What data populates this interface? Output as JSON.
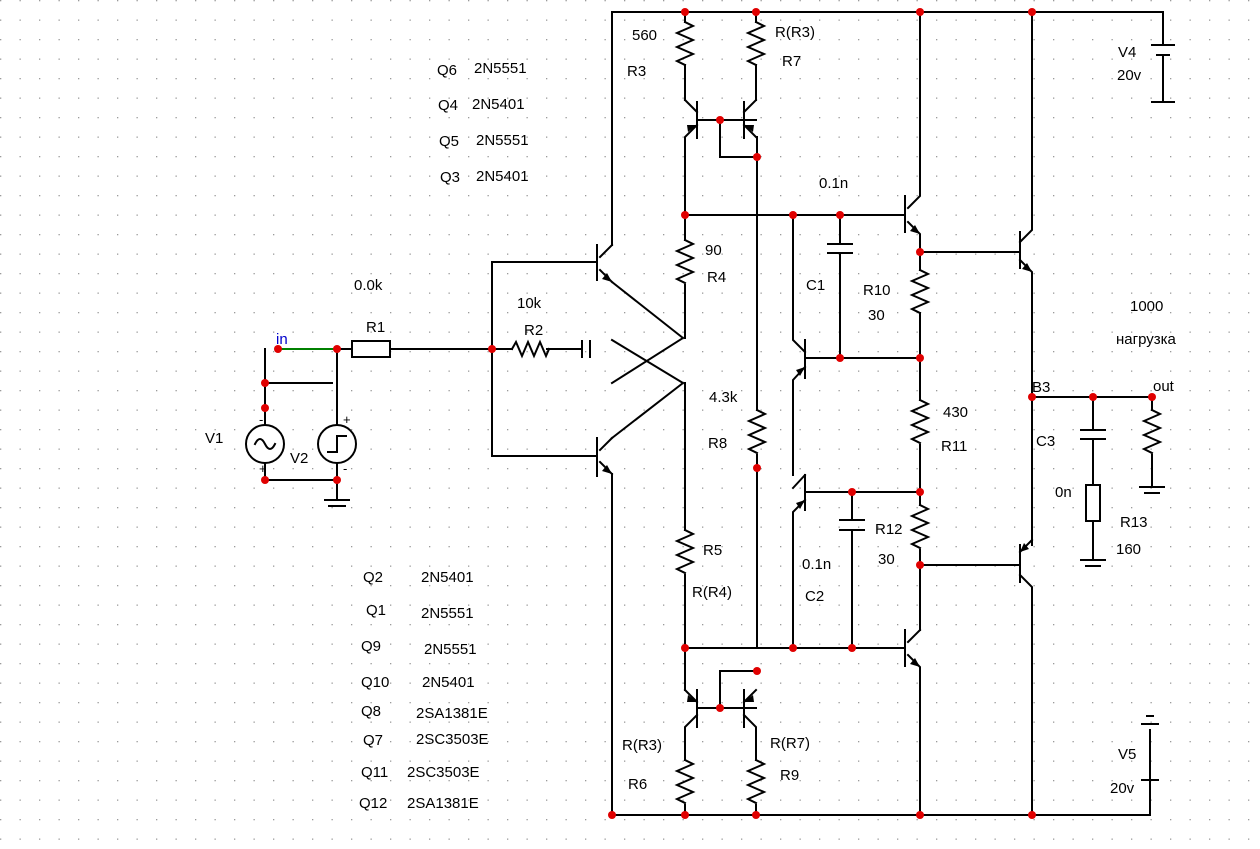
{
  "components": {
    "R1": {
      "name": "R1",
      "value": "0.0k"
    },
    "R2": {
      "name": "R2",
      "value": "10k"
    },
    "R3": {
      "name": "R3",
      "value": "560"
    },
    "R7": {
      "name": "R7",
      "value": "R(R3)"
    },
    "R4": {
      "name": "R4",
      "value": "90"
    },
    "R8": {
      "name": "R8",
      "value": "4.3k"
    },
    "R5": {
      "name": "R5",
      "value": "R(R4)"
    },
    "R6": {
      "name": "R6",
      "value": "R(R3)"
    },
    "R9": {
      "name": "R9",
      "value": "R(R7)"
    },
    "R10": {
      "name": "R10",
      "value": "30"
    },
    "R11": {
      "name": "R11",
      "value": "430"
    },
    "R12": {
      "name": "R12",
      "value": "30"
    },
    "R13": {
      "name": "R13",
      "value": "160"
    },
    "C1": {
      "name": "C1",
      "value": "0.1n"
    },
    "C2": {
      "name": "C2",
      "value": "0.1n"
    },
    "C3": {
      "name": "C3",
      "value": "0n"
    },
    "V1": {
      "name": "V1"
    },
    "V2": {
      "name": "V2"
    },
    "V4": {
      "name": "V4",
      "value": "20v"
    },
    "V5": {
      "name": "V5",
      "value": "20v"
    },
    "load": {
      "value": "1000",
      "label": "нагрузка"
    }
  },
  "nodes": {
    "in": "in",
    "out": "out",
    "b3": "B3"
  },
  "transistor_list_top": [
    {
      "ref": "Q6",
      "part": "2N5551"
    },
    {
      "ref": "Q4",
      "part": "2N5401"
    },
    {
      "ref": "Q5",
      "part": "2N5551"
    },
    {
      "ref": "Q3",
      "part": "2N5401"
    }
  ],
  "transistor_list_bottom": [
    {
      "ref": "Q2",
      "part": "2N5401"
    },
    {
      "ref": "Q1",
      "part": "2N5551"
    },
    {
      "ref": "Q9",
      "part": "2N5551"
    },
    {
      "ref": "Q10",
      "part": "2N5401"
    },
    {
      "ref": "Q8",
      "part": "2SA1381E"
    },
    {
      "ref": "Q7",
      "part": "2SC3503E"
    },
    {
      "ref": "Q11",
      "part": "2SC3503E"
    },
    {
      "ref": "Q12",
      "part": "2SA1381E"
    }
  ],
  "colors": {
    "wire": "#000000",
    "junction": "#e00000",
    "input_wire": "#008000",
    "node_label": "#0000cc",
    "grid": "#9a9a9a"
  }
}
